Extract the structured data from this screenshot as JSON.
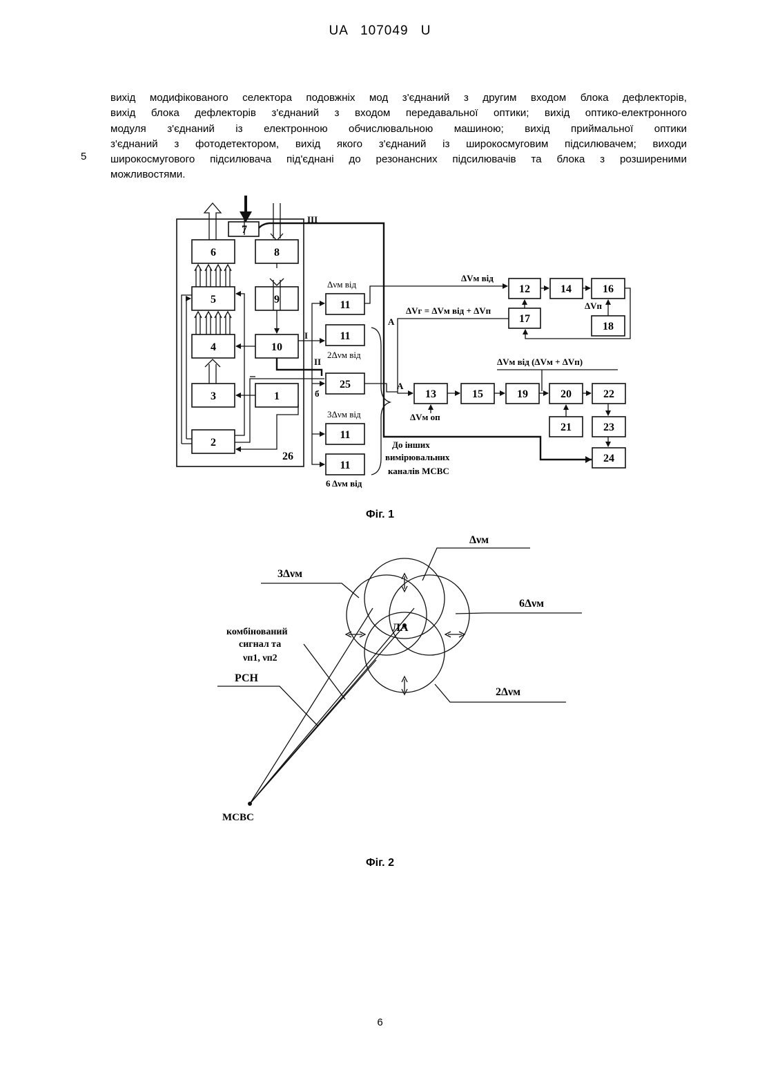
{
  "header": {
    "office": "UA",
    "number": "107049",
    "kind": "U"
  },
  "line_number": "5",
  "paragraph_lines": [
    "вихід модифікованого селектора подовжніх мод з'єднаний з другим входом блока дефлекторів,",
    "вихід блока дефлекторів з'єднаний з входом передавальної оптики; вихід оптико-електронного",
    "модуля з'єднаний із електронною обчислювальною машиною; вихід приймальної оптики",
    "з'єднаний з фотодетектором, вихід якого з'єднаний із широкосмуговим підсилювачем; виходи",
    "широкосмугового підсилювача під'єднані до резонансних підсилювачів та блока з розширеними",
    "можливостями."
  ],
  "fig1": {
    "caption": "Фіг. 1",
    "blocks": [
      "1",
      "2",
      "3",
      "4",
      "5",
      "6",
      "7",
      "8",
      "9",
      "10",
      "11",
      "11",
      "11",
      "11",
      "12",
      "13",
      "14",
      "15",
      "16",
      "17",
      "18",
      "19",
      "20",
      "21",
      "22",
      "23",
      "24",
      "25",
      "26"
    ],
    "roman": [
      "I",
      "II",
      "III"
    ],
    "letters": [
      "А",
      "А",
      "б"
    ],
    "labels": {
      "ch1": "Δνм від",
      "ch2": "2Δνм від",
      "ch3": "3Δνм від",
      "ch6": "6 Δνм від",
      "top_signal": "ΔVм від",
      "formula_17": "ΔVг = ΔVм від + ΔVп",
      "formula_20": "ΔVм від (ΔVм + ΔVп)",
      "dvp": "ΔVп",
      "dvm_op": "ΔVм оп",
      "brace_text": [
        "До інших",
        "вимірювальних",
        "каналів МСВС"
      ]
    }
  },
  "fig2": {
    "caption": "Фіг. 2",
    "center": "ЛА",
    "labels": {
      "dvm": "Δνм",
      "three_dvm": "3Δνм",
      "six_dvm": "6Δνм",
      "two_dvm": "2Δνм",
      "combined": [
        "комбінований",
        "сигнал та",
        "νп1, νп2"
      ],
      "rsn": "РСН",
      "source": "МСВС"
    }
  },
  "page_number": "6"
}
